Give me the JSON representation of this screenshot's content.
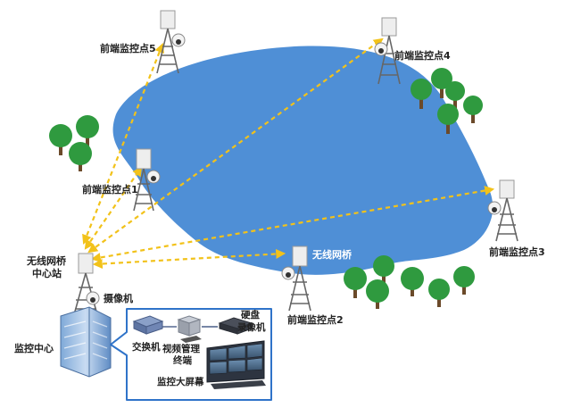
{
  "labels": {
    "point1": "前端监控点1",
    "point2": "前端监控点2",
    "point3": "前端监控点3",
    "point4": "前端监控点4",
    "point5": "前端监控点5",
    "wireless_bridge": "无线网桥",
    "center_station_line1": "无线网桥",
    "center_station_line2": "中心站",
    "camera": "摄像机",
    "monitor_center": "监控中心",
    "switch": "交换机",
    "vms_line1": "视频管理",
    "vms_line2": "终端",
    "nvr_line1": "硬盘",
    "nvr_line2": "录像机",
    "video_wall": "监控大屏幕"
  },
  "colors": {
    "lake": "#4f8fd6",
    "link_dash": "#f2c21a",
    "tree": "#2f9a3f",
    "tower": "#666666",
    "callout_border": "#2f73c9"
  }
}
